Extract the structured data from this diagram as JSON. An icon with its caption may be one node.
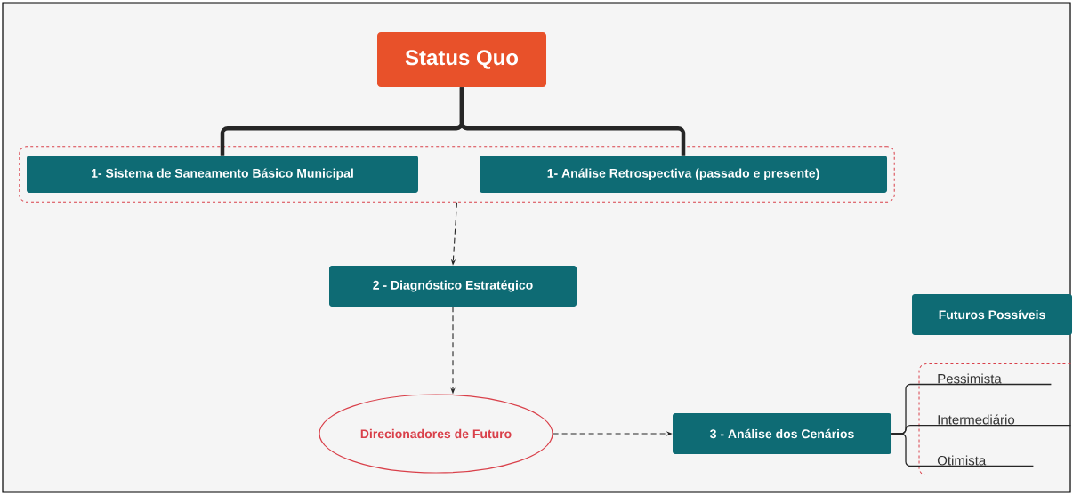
{
  "diagram": {
    "nodes": [
      {
        "text": [
          "Status Quo"
        ]
      },
      {
        "text": [],
        "shape": "box"
      },
      {
        "text": [
          "1- Sistema de Saneamento Básico Municipal"
        ],
        "in": 1
      },
      {
        "text": [
          "1- Análise Retrospectiva (passado e presente)"
        ],
        "in": 1
      },
      {
        "text": [
          "2 - Diagnóstico Estratégico"
        ]
      },
      {
        "text": [
          "Direcionadores de Futuro"
        ]
      },
      {
        "text": [
          "3 - Análise dos Cenários"
        ]
      },
      {
        "text": [
          "Futuros Possíveis"
        ]
      },
      {
        "text": [],
        "shape": "box"
      },
      {
        "text": [
          "Pessimista"
        ],
        "in": 8
      },
      {
        "text": [
          "Intermediário"
        ],
        "in": 8
      },
      {
        "text": [
          "Otimista"
        ],
        "in": 8
      }
    ],
    "edges": [
      {
        "from": 0,
        "to": 2,
        "arrow": "none",
        "style": "thick"
      },
      {
        "from": 0,
        "to": 3,
        "arrow": "none",
        "style": "thick"
      },
      {
        "from": 1,
        "to": 4,
        "arrow": "to",
        "style": "dashed"
      },
      {
        "from": 4,
        "to": 5,
        "arrow": "to",
        "style": "dashed"
      },
      {
        "from": 5,
        "to": 6,
        "arrow": "to",
        "style": "dashed"
      },
      {
        "from": 6,
        "to": 9,
        "arrow": "none"
      },
      {
        "from": 6,
        "to": 10,
        "arrow": "none"
      },
      {
        "from": 6,
        "to": 11,
        "arrow": "none"
      }
    ]
  }
}
